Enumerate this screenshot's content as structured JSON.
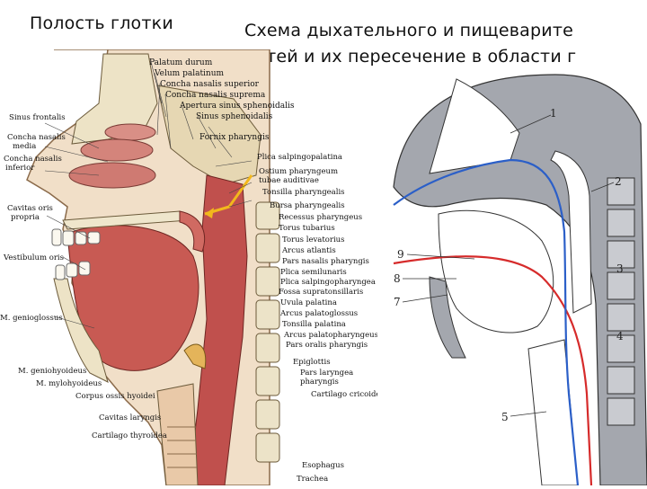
{
  "slide": {
    "title_left": "Полость глотки",
    "title_right_line1": "Схема дыхательного и пищеварите",
    "title_right_line2": "путей и их пересечение в области г"
  },
  "left_figure": {
    "labels_top": [
      "Palatum durum",
      "Velum palatinum",
      "Concha nasalis superior",
      "Concha nasalis suprema",
      "Apertura sinus sphenoidalis",
      "Sinus sphenoidalis",
      "Fornix pharyngis"
    ],
    "labels_left": [
      "Sinus frontalis",
      "Concha nasalis",
      "media",
      "Concha nasalis",
      "inferior",
      "Cavitas oris",
      "propria",
      "Vestibulum oris",
      "M. genioglossus",
      "M. geniohyoideus",
      "M. mylohyoideus",
      "Corpus ossis hyoidei",
      "Cavitas laryngis",
      "Cartilago thyroidea"
    ],
    "labels_right": [
      "Plica salpingopalatina",
      "Ostium pharyngeum",
      "tubae auditivae",
      "Tonsilla pharyngealis",
      "Bursa pharyngealis",
      "Recessus pharyngeus",
      "Torus tubarius",
      "Torus levatorius",
      "Arcus atlantis",
      "Pars nasalis pharyngis",
      "Plica semilunaris",
      "Plica salpingopharyngea",
      "Fossa supratonsillaris",
      "Uvula palatina",
      "Arcus palatoglossus",
      "Tonsilla palatina",
      "Arcus palatopharyngeus",
      "Pars oralis pharyngis",
      "Epiglottis",
      "Pars laryngea",
      "pharyngis",
      "Cartilago cricoidea",
      "Esophagus",
      "Trachea"
    ],
    "colors": {
      "muscle": "#c0504d",
      "bone": "#e8dcc0",
      "airway_arrow": "#f2b81c"
    }
  },
  "right_figure": {
    "numbers": [
      "1",
      "2",
      "3",
      "4",
      "5",
      "7",
      "8",
      "9"
    ],
    "colors": {
      "respiratory": "#2b5fc8",
      "digestive": "#d62b2b",
      "fill": "#a4a7ae"
    }
  }
}
